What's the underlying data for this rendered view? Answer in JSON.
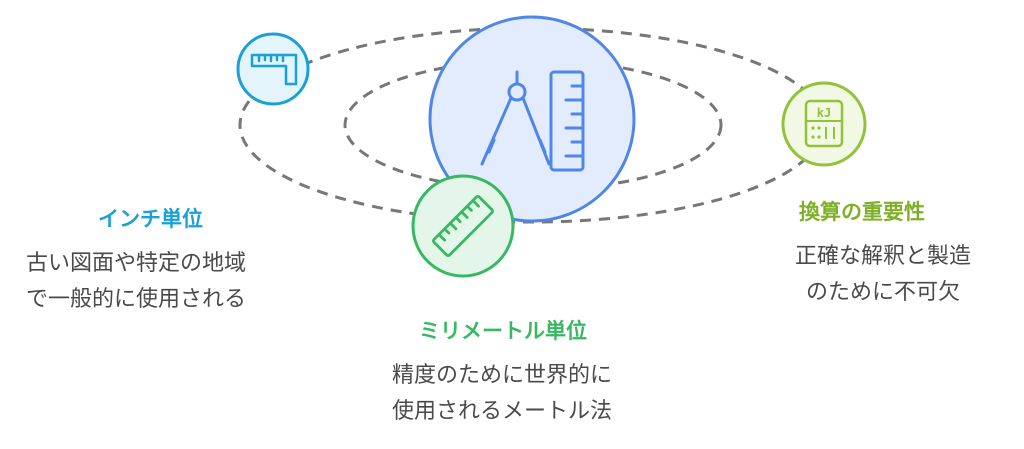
{
  "colors": {
    "blue": "#1aa0d8",
    "green": "#38b862",
    "lime": "#92c13a",
    "center": "#4f86e8",
    "desc_text": "#4a4a4a",
    "orbit": "#777777"
  },
  "icons": {
    "inch": "ruler-square-icon",
    "center": "compass-ruler-icon",
    "mm": "ruler-icon",
    "conversion": "kj-calculator-icon"
  },
  "inch": {
    "title": "インチ単位",
    "desc_line1": "古い図面や特定の地域",
    "desc_line2": "で一般的に使用される"
  },
  "mm": {
    "title": "ミリメートル単位",
    "desc_line1": "精度のために世界的に",
    "desc_line2": "使用されるメートル法"
  },
  "conversion": {
    "title": "換算の重要性",
    "desc_line1": "正確な解釈と製造",
    "desc_line2": "のために不可欠",
    "icon_text": "kJ"
  }
}
